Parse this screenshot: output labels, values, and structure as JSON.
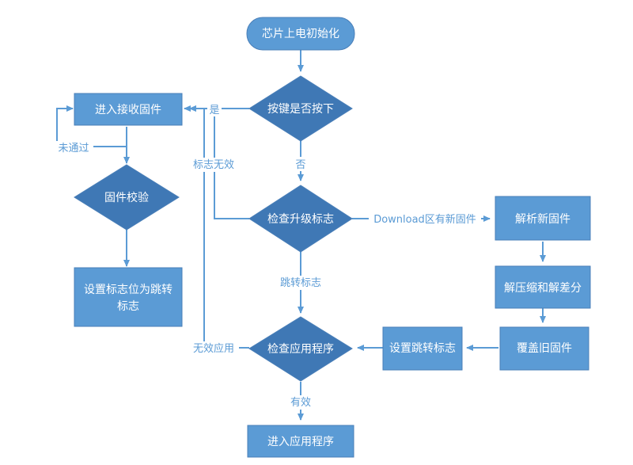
{
  "colors": {
    "node_fill": "#5b9bd5",
    "decision_fill": "#3f78b5",
    "text_on_node": "#ffffff",
    "edge_color": "#5b9bd5"
  },
  "nodes": {
    "start": "芯片上电初始化",
    "key_decision": "按键是否按下",
    "enter_receive": "进入接收固件",
    "firmware_verify": "固件校验",
    "set_flag_line1": "设置标志位为跳转",
    "set_flag_line2": "标志",
    "check_upgrade": "检查升级标志",
    "parse_firmware": "解析新固件",
    "decompress": "解压缩和解差分",
    "overwrite": "覆盖旧固件",
    "set_jump_flag": "设置跳转标志",
    "check_app": "检查应用程序",
    "enter_app": "进入应用程序"
  },
  "edge_labels": {
    "yes": "是",
    "no": "否",
    "not_passed": "未通过",
    "flag_invalid": "标志无效",
    "download_new": "Download区有新固件",
    "jump_flag": "跳转标志",
    "invalid_app": "无效应用",
    "valid": "有效"
  }
}
